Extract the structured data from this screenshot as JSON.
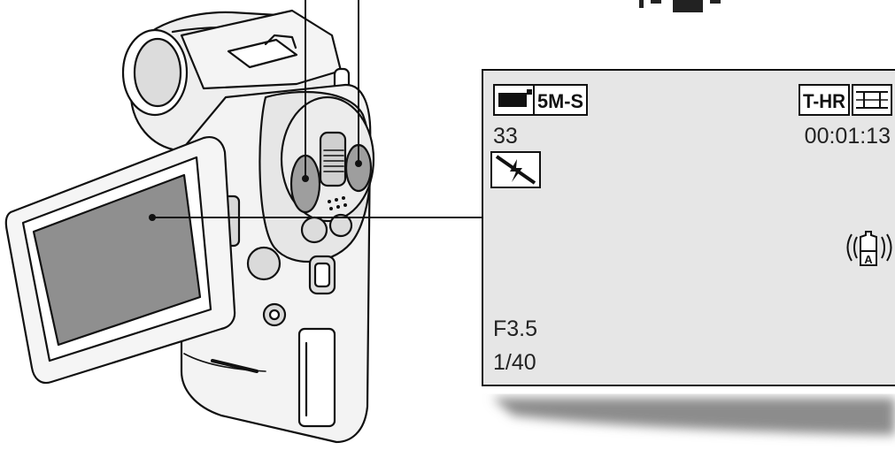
{
  "lcd": {
    "resolution_badge": "5M-S",
    "shots_remaining": "33",
    "video_mode_badge": "T-HR",
    "recording_time": "00:01:13",
    "aperture": "F3.5",
    "shutter_speed": "1/40"
  },
  "icons": {
    "battery": "battery-icon",
    "flash_off": "flash-off-icon",
    "film": "film-strip-icon",
    "stabilizer": "image-stabilizer-auto-icon"
  },
  "colors": {
    "lcd_background": "#e6e6e6",
    "camera_screen": "#8f8f8f",
    "ink": "#222222"
  }
}
